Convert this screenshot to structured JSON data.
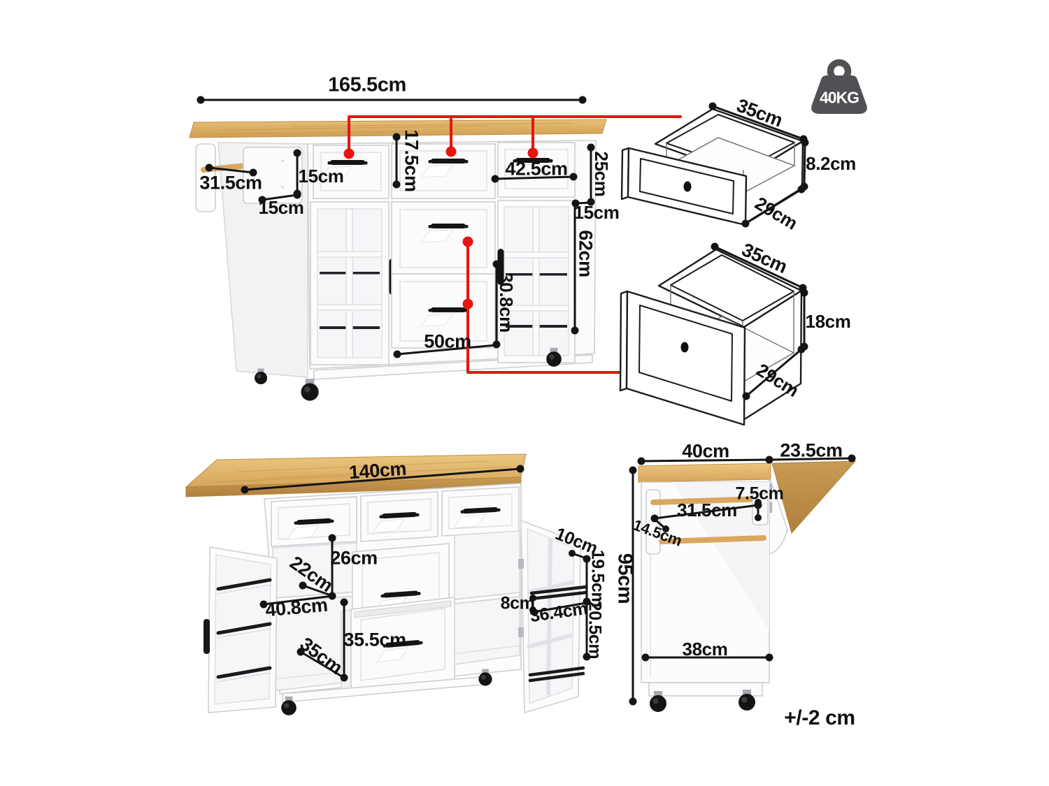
{
  "tolerance_note": "+/-2 cm",
  "colors": {
    "accent_red": "#e8150f",
    "wood": "#d9a75e",
    "weight_badge": "#515155"
  },
  "weight_capacity": {
    "icon": "weight-kettlebell-icon",
    "label": "40KG"
  },
  "front_view": {
    "total_width": "165.5cm",
    "top_drawer_height": "17.5cm",
    "towel_bar_length": "31.5cm",
    "side_panel_height": "15cm",
    "side_panel_width": "15cm",
    "glass_door_width": "42.5cm",
    "right_panel_height": "25cm",
    "right_panel_width": "15cm",
    "glass_door_height": "62cm",
    "middle_drawer_height": "30.8cm",
    "middle_drawer_width": "50cm"
  },
  "top_drawer_box": {
    "width": "35cm",
    "height": "8.2cm",
    "depth": "29cm"
  },
  "bottom_drawer_box": {
    "width": "35cm",
    "height": "18cm",
    "depth": "29cm"
  },
  "open_view": {
    "countertop_width": "140cm",
    "upper_opening_height": "26cm",
    "shelf_depth": "22cm",
    "opening_width": "40.8cm",
    "lower_opening_depth": "35cm",
    "pullout_drawer_height": "35.5cm",
    "door_rack_depth": "8cm",
    "door_rack_width": "36.4cm",
    "door_rack_top_depth": "10cm",
    "upper_rack_height": "19.5cm",
    "lower_rack_height": "20.5cm"
  },
  "side_view": {
    "cabinet_depth": "40cm",
    "drop_leaf_depth": "23.5cm",
    "total_height": "95cm",
    "bar_gap": "7.5cm",
    "towel_bar_length": "31.5cm",
    "bar_offset": "14.5cm",
    "base_depth": "38cm"
  }
}
